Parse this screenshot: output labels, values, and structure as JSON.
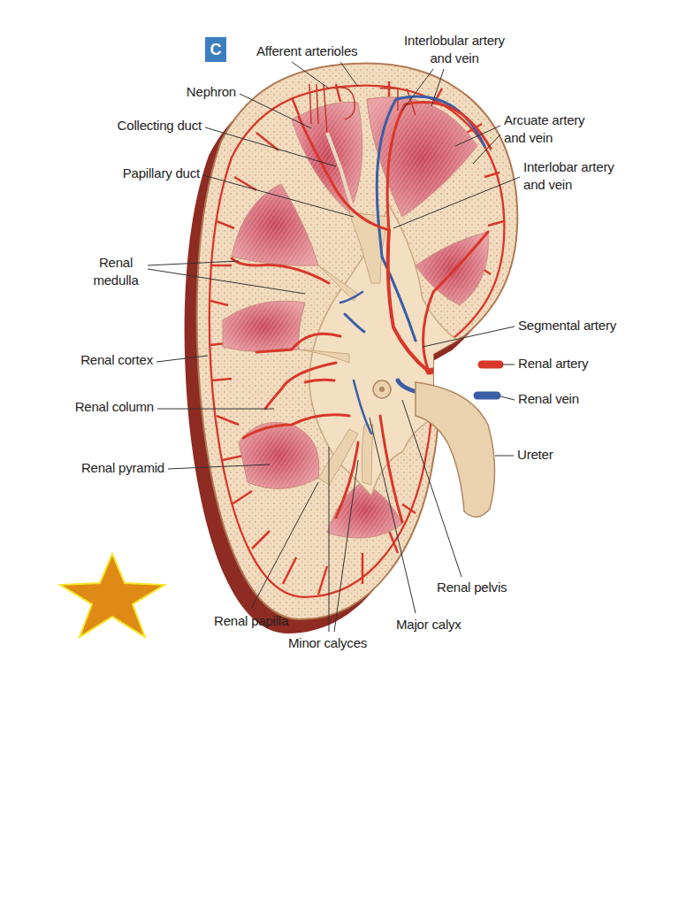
{
  "diagram": {
    "nodes": [
      {
        "text": [
          "C"
        ]
      }
    ],
    "labels": [
      "Afferent arterioles",
      "Interlobular artery and vein",
      "Nephron",
      "Collecting duct",
      "Arcuate artery and vein",
      "Papillary duct",
      "Interlobar artery and vein",
      "Renal medulla",
      "Segmental artery",
      "Renal cortex",
      "Renal artery",
      "Renal vein",
      "Renal column",
      "Ureter",
      "Renal pyramid",
      "Renal pelvis",
      "Renal papilla",
      "Major calyx",
      "Minor calyces"
    ]
  }
}
